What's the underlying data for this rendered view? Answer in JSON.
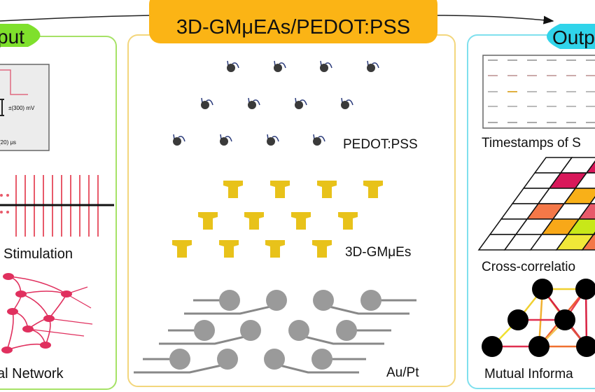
{
  "title": "3D-GMμEAs/PEDOT:PSS",
  "colors": {
    "input_accent": "#7fe02c",
    "center_accent": "#fbb415",
    "output_accent": "#30d4ea",
    "electrode_yellow": "#e8c21a",
    "electrode_gray": "#9a9a9a",
    "stimulation_red": "#e85a6a",
    "neuron_pink": "#e0305e"
  },
  "input_panel": {
    "badge": "put",
    "pulse_amplitude": "±(300) mV",
    "pulse_width": "(20) μs",
    "stimulation_label": "Stimulation",
    "network_label": "al Network"
  },
  "center_panel": {
    "layer_top": "PEDOT:PSS",
    "layer_middle": "3D-GMμEs",
    "layer_bottom": "Au/Pt"
  },
  "output_panel": {
    "badge": "Outp",
    "timestamps_label": "Timestamps of S",
    "crosscorr_label": "Cross-correlatio",
    "mutual_info_label": "Mutual Informa"
  }
}
